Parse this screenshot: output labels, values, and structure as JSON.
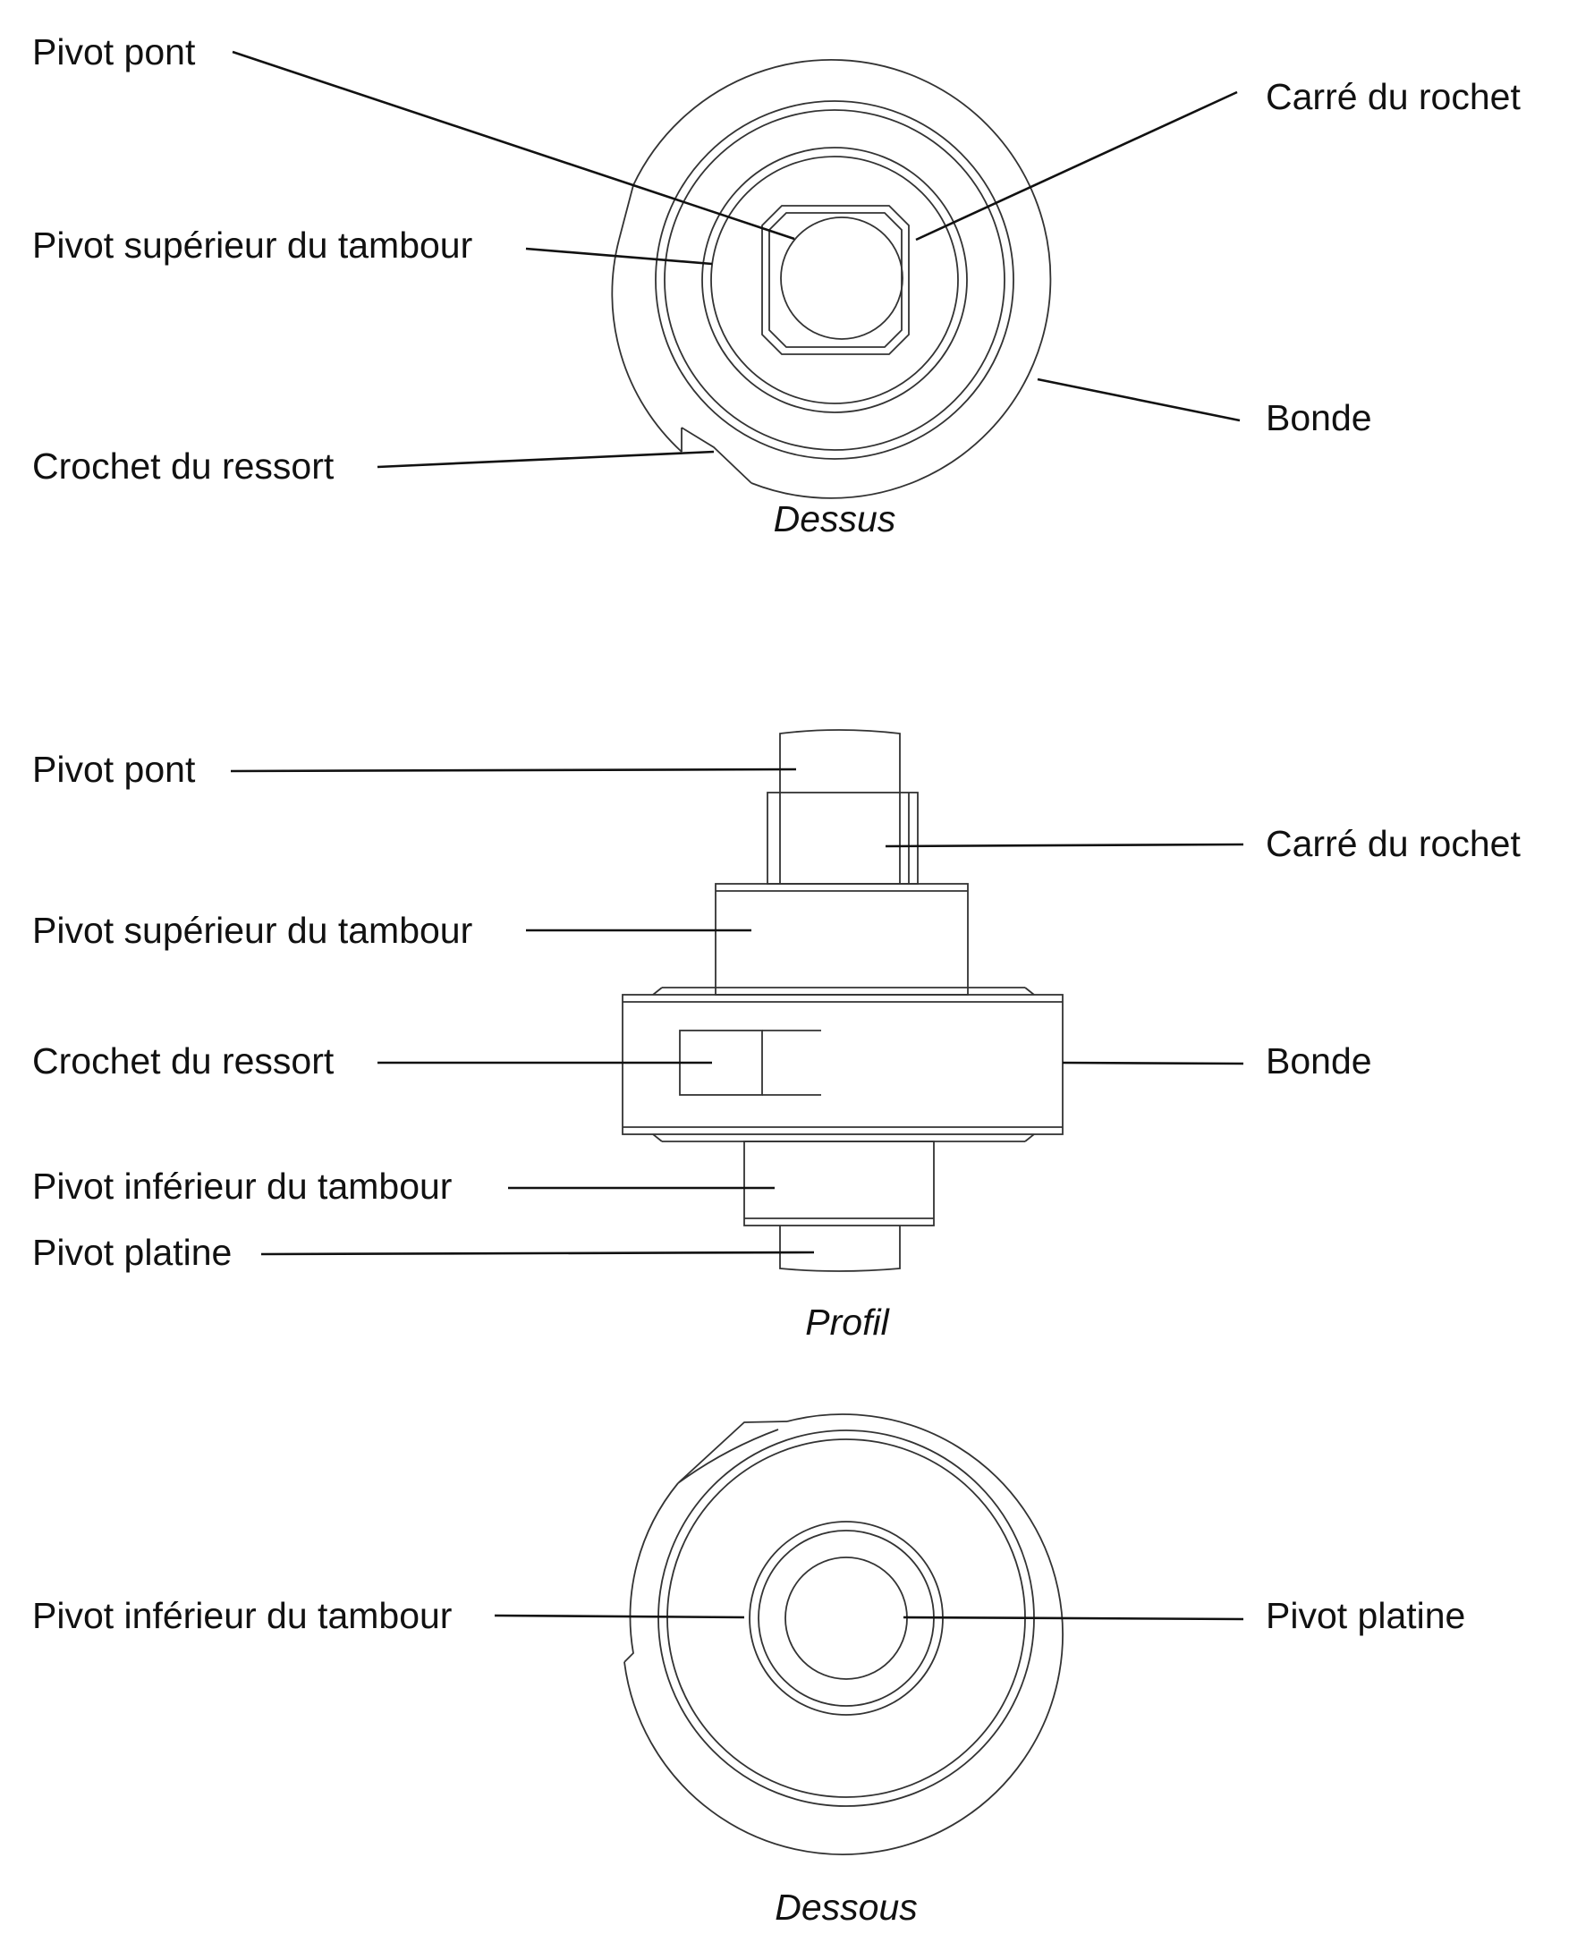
{
  "top_view": {
    "caption": "Dessus",
    "labels": {
      "pivot_pont": "Pivot pont",
      "pivot_superieur": "Pivot supérieur du tambour",
      "crochet_ressort": "Crochet du ressort",
      "carre_rochet": "Carré du rochet",
      "bonde": "Bonde"
    }
  },
  "profile_view": {
    "caption": "Profil",
    "labels": {
      "pivot_pont": "Pivot pont",
      "pivot_superieur": "Pivot supérieur du tambour",
      "crochet_ressort": "Crochet du ressort",
      "pivot_inferieur": "Pivot inférieur du tambour",
      "pivot_platine": "Pivot platine",
      "carre_rochet": "Carré du rochet",
      "bonde": "Bonde"
    }
  },
  "bottom_view": {
    "caption": "Dessous",
    "labels": {
      "pivot_inferieur": "Pivot inférieur du tambour",
      "pivot_platine": "Pivot platine"
    }
  }
}
